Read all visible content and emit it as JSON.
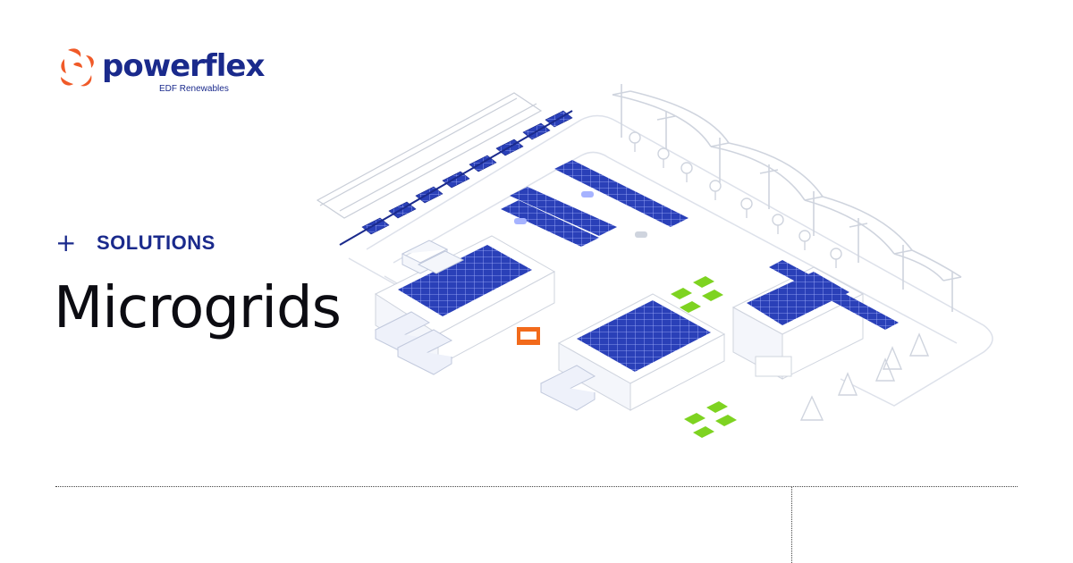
{
  "brand": {
    "name": "powerflex",
    "subtitle": "EDF Renewables",
    "accent": "#f05a28",
    "primary": "#1a2a8c"
  },
  "hero": {
    "eyebrow_icon": "plus-icon",
    "eyebrow": "SOLUTIONS",
    "title": "Microgrids"
  },
  "illustration": {
    "icon": "microgrid-campus-illustration",
    "panel_color": "#2a40b8",
    "ev_color": "#7ed321"
  }
}
